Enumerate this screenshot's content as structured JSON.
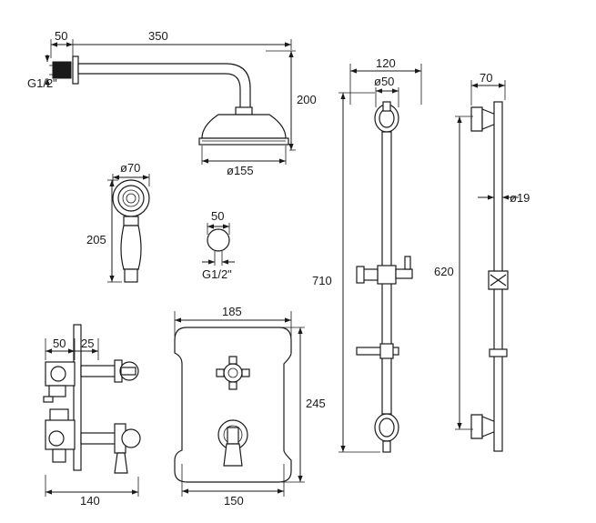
{
  "shower_arm": {
    "width_label": "350",
    "wall_depth_label": "50",
    "thread_label": "G1/2\"",
    "drop_label": "200",
    "head_diameter_label": "ø155"
  },
  "handset": {
    "diameter_label": "ø70",
    "length_label": "205"
  },
  "wall_outlet": {
    "width_label": "50",
    "thread_label": "G1/2\""
  },
  "riser_rail": {
    "width_label": "120",
    "base_diameter_label": "ø50",
    "height_label": "710"
  },
  "riser_rail_side": {
    "width_label": "70",
    "bar_diameter_label": "ø19",
    "height_label": "620"
  },
  "valve_side": {
    "depth_label": "50",
    "plate_label": "25",
    "overall_label": "140"
  },
  "valve_front": {
    "top_width_label": "185",
    "height_label": "245",
    "bottom_width_label": "150"
  },
  "colors": {
    "line": "#1a1a1a",
    "background": "#ffffff"
  }
}
